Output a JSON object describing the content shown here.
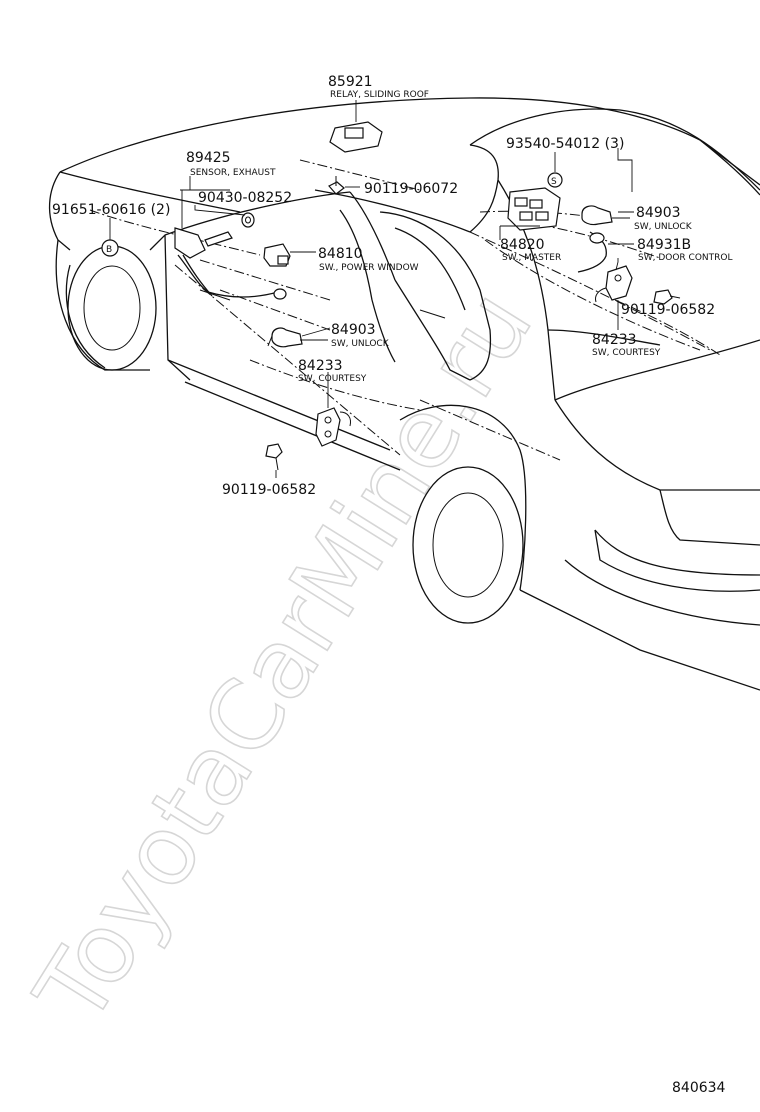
{
  "watermark": "ToyotaCarMine.ru",
  "diagram_number": "840634",
  "callouts": {
    "relay_sliding_roof": {
      "part": "85921",
      "desc": "RELAY, SLIDING ROOF"
    },
    "sensor_exhaust": {
      "part": "89425",
      "desc": "SENSOR, EXHAUST"
    },
    "bolt_90430": {
      "part": "90430-08252"
    },
    "clip_91651": {
      "part": "91651-60616 (2)",
      "symbol": "B"
    },
    "screw_90119_top": {
      "part": "90119-06072"
    },
    "bulb_93540": {
      "part": "93540-54012 (3)",
      "symbol": "S"
    },
    "sw_unlock_right": {
      "part": "84903",
      "desc": "SW, UNLOCK"
    },
    "sw_master": {
      "part": "84820",
      "desc": "SW., MASTER"
    },
    "sw_door_control": {
      "part": "84931B",
      "desc": "SW, DOOR CONTROL"
    },
    "sw_power_window": {
      "part": "84810",
      "desc": "SW., POWER WINDOW"
    },
    "screw_90119_right": {
      "part": "90119-06582"
    },
    "sw_courtesy_right": {
      "part": "84233",
      "desc": "SW, COURTESY"
    },
    "sw_unlock_center": {
      "part": "84903",
      "desc": "SW, UNLOCK"
    },
    "sw_courtesy_center": {
      "part": "84233",
      "desc": "SW, COURTESY"
    },
    "screw_90119_bottom": {
      "part": "90119-06582"
    }
  }
}
